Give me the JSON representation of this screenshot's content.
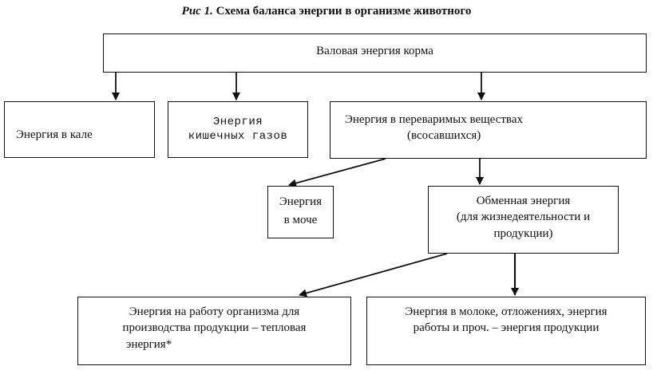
{
  "title": {
    "figure_label": "Рис 1.",
    "text": "Схема баланса энергии в организме животного"
  },
  "boxes": {
    "gross": "Валовая энергия корма",
    "feces": "Энергия в кале",
    "gases_line1": "Энергия",
    "gases_line2": "кишечных газов",
    "digestible_line1": "Энергия в переваримых веществах",
    "digestible_line2": "(всосавшихся)",
    "urine_line1": "Энергия",
    "urine_line2": "в моче",
    "metabolic_line1": "Обменная энергия",
    "metabolic_line2": "(для жизнедеятельности и",
    "metabolic_line3": "продукции)",
    "heat_line1": "Энергия на работу организма для",
    "heat_line2": "производства продукции – тепловая",
    "heat_line3": "энергия*",
    "product_line1": "Энергия в молоке, отложениях, энергия",
    "product_line2": "работы и проч. – энергия продукции"
  }
}
